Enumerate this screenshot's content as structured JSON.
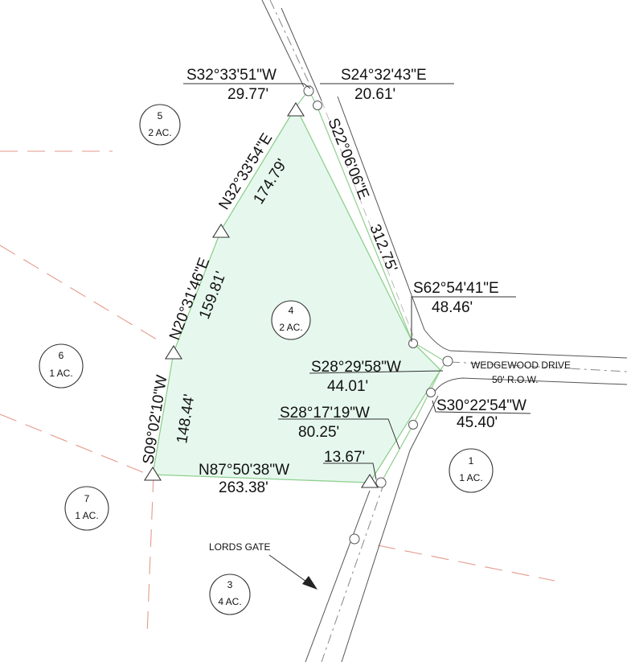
{
  "colors": {
    "parcel_fill": "#e6f8ee",
    "parcel_boundary": "#8fcf8f",
    "adjacent_line": "#e39a8a"
  },
  "bearings": {
    "north_a_bearing": "S32°33'51\"W",
    "north_a_dist": "29.77'",
    "north_b_bearing": "S24°32'43\"E",
    "north_b_dist": "20.61'",
    "east_long_bearing": "S22°06'06\"E",
    "east_long_dist": "312.75'",
    "corner_bearing": "S62°54'41\"E",
    "corner_dist": "48.46'",
    "se_1_bearing": "S28°29'58\"W",
    "se_1_dist": "44.01'",
    "se_2_bearing": "S28°17'19\"W",
    "se_2_dist": "80.25'",
    "se_3_bearing": "S30°22'54\"W",
    "se_3_dist": "45.40'",
    "south_short_dist": "13.67'",
    "south_bearing": "N87°50'38\"W",
    "south_dist": "263.38'",
    "west_1_bearing": "S09°02'10\"W",
    "west_1_dist": "148.44'",
    "west_2_bearing": "N20°31'46\"E",
    "west_2_dist": "159.81'",
    "west_3_bearing": "N32°33'54\"E",
    "west_3_dist": "174.79'"
  },
  "lots": [
    {
      "number": "5",
      "area": "2 AC."
    },
    {
      "number": "4",
      "area": "2 AC."
    },
    {
      "number": "6",
      "area": "1 AC."
    },
    {
      "number": "7",
      "area": "1 AC."
    },
    {
      "number": "1",
      "area": "1 AC."
    },
    {
      "number": "3",
      "area": "4 AC."
    }
  ],
  "streets": {
    "wedgewood_name": "WEDGEWOOD DRIVE",
    "wedgewood_row": "50' R.O.W.",
    "lords_gate": "LORDS GATE"
  }
}
